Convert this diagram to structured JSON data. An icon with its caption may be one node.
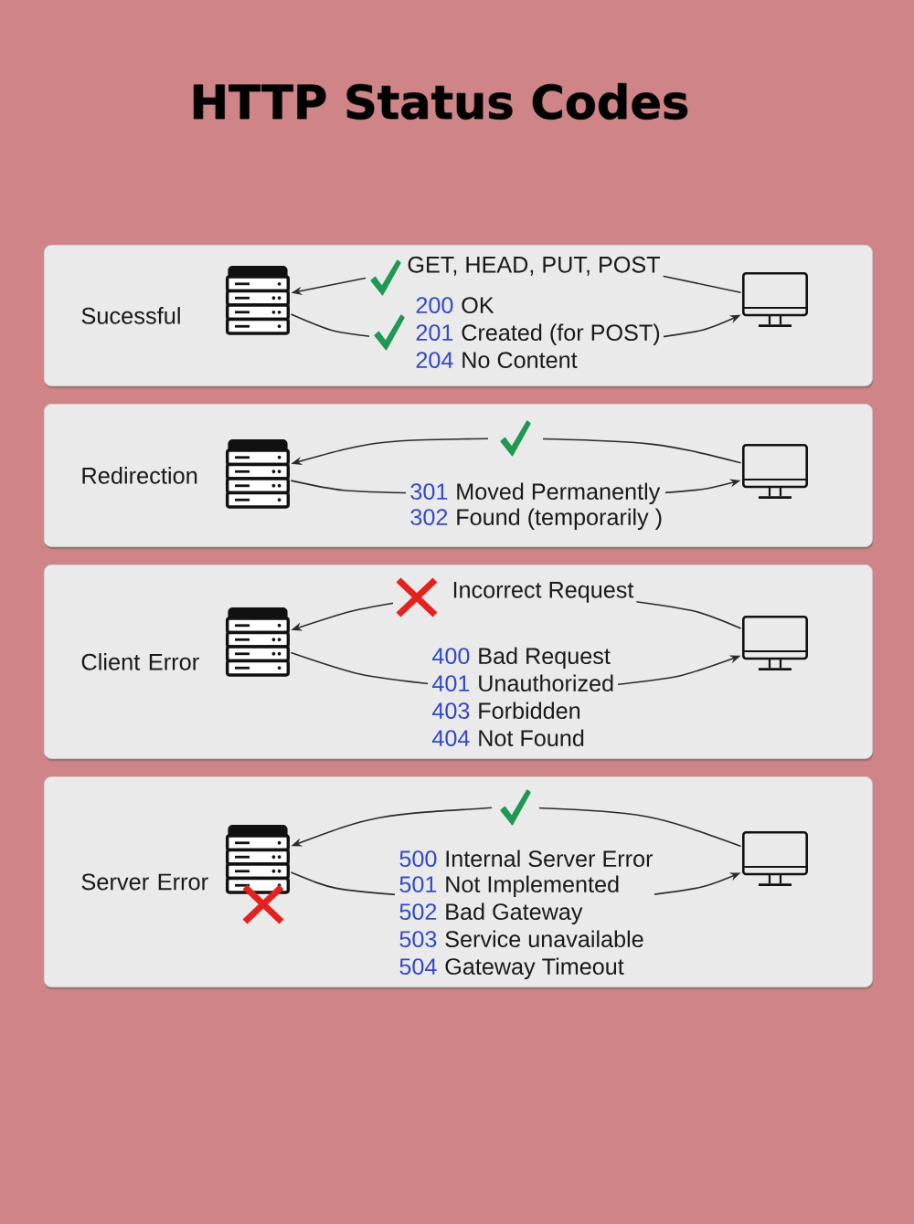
{
  "diagram": {
    "title": "HTTP Status Codes",
    "nodes": [
      {
        "text": [
          "Sucessful"
        ]
      },
      {
        "text": [],
        "shape": "picture",
        "in": 0
      },
      {
        "text": [],
        "shape": "picture",
        "in": 0
      },
      {
        "text": [
          "Redirection"
        ]
      },
      {
        "text": [],
        "shape": "picture",
        "in": 3
      },
      {
        "text": [],
        "shape": "picture",
        "in": 3
      },
      {
        "text": [
          "Client Error"
        ]
      },
      {
        "text": [],
        "shape": "picture",
        "in": 6
      },
      {
        "text": [],
        "shape": "picture",
        "in": 6
      },
      {
        "text": [
          "Server Error"
        ]
      },
      {
        "text": [],
        "shape": "picture",
        "in": 9
      },
      {
        "text": [],
        "shape": "picture",
        "in": 9
      }
    ],
    "edges": [
      {
        "from": 2,
        "to": 1,
        "arrow": "to",
        "label": "GET, HEAD, PUT, POST"
      },
      {
        "from": 1,
        "to": 2,
        "arrow": "to"
      },
      {
        "from": 5,
        "to": 4,
        "arrow": "to"
      },
      {
        "from": 4,
        "to": 5,
        "arrow": "to"
      },
      {
        "from": 8,
        "to": 7,
        "arrow": "to",
        "label": "Incorrect Request"
      },
      {
        "from": 7,
        "to": 8,
        "arrow": "to"
      },
      {
        "from": 11,
        "to": 10,
        "arrow": "to"
      },
      {
        "from": 10,
        "to": 11,
        "arrow": "to"
      }
    ],
    "labels": [
      "200",
      "OK",
      "201",
      "Created (for POST)",
      "204",
      "No Content",
      "301",
      "Moved Permanently",
      "302",
      "Found (temporarily )",
      "400",
      "Bad Request",
      "401",
      "Unauthorized",
      "403",
      "Forbidden",
      "404",
      "Not Found",
      "500",
      "Internal Server Error",
      "501",
      "Not Implemented",
      "502",
      "Bad Gateway",
      "503",
      "Service unavailable",
      "504",
      "Gateway Timeout"
    ]
  }
}
